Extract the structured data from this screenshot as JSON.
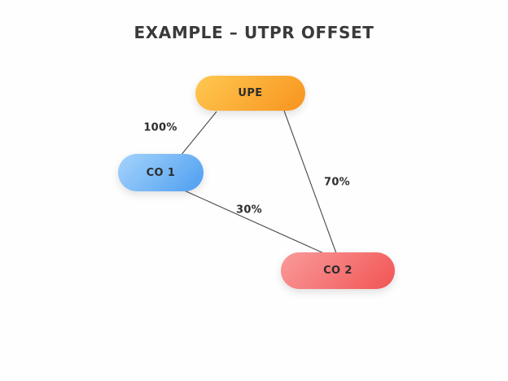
{
  "title": "EXAMPLE – UTPR OFFSET",
  "diagram": {
    "background_color": "#FEFEFE",
    "edge_color": "#4a4a4a",
    "nodes": [
      {
        "id": "upe",
        "label": "UPE",
        "color_start": "#FFC851",
        "color_end": "#F7941E"
      },
      {
        "id": "co1",
        "label": "CO 1",
        "color_start": "#A6D4FC",
        "color_end": "#4D9EF0"
      },
      {
        "id": "co2",
        "label": "CO 2",
        "color_start": "#F99B9B",
        "color_end": "#F25454"
      }
    ],
    "edges": [
      {
        "from": "upe",
        "to": "co1",
        "label": "100%"
      },
      {
        "from": "upe",
        "to": "co2",
        "label": "70%"
      },
      {
        "from": "co1",
        "to": "co2",
        "label": "30%"
      }
    ]
  }
}
